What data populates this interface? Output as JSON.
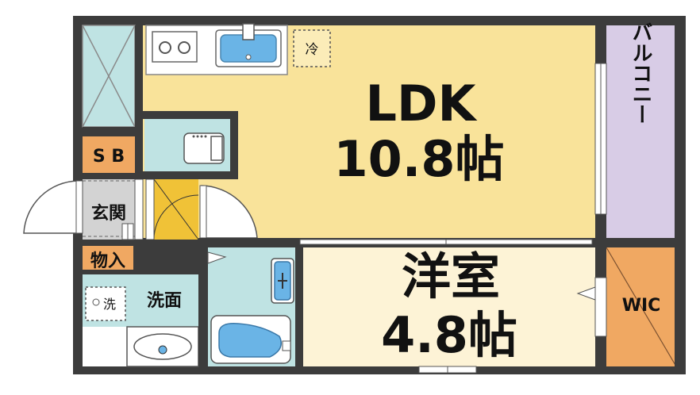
{
  "rooms": {
    "ldk": {
      "name": "LDK",
      "size": "10.8帖",
      "color": "#f9e39a"
    },
    "western": {
      "name": "洋室",
      "size": "4.8帖",
      "color": "#fdf3d6"
    },
    "balcony": {
      "name": "バルコニー",
      "color": "#d8cce6"
    },
    "wic": {
      "name": "WIC",
      "color": "#f0a862"
    },
    "sb": {
      "name": "S B",
      "color": "#f0a862"
    },
    "storage": {
      "name": "物入",
      "color": "#f0a862"
    },
    "entrance": {
      "name": "玄関",
      "color": "#d3d3d3"
    },
    "washroom": {
      "name": "洗面",
      "color": "#bfe3e3"
    },
    "washer": {
      "name": "洗"
    },
    "fridge": {
      "name": "冷"
    }
  },
  "colors": {
    "wall": "#3c3c3c",
    "wet_area": "#bfe3e3",
    "genkan_floor": "#f0c237",
    "fixture_blue": "#6ab4e6"
  }
}
